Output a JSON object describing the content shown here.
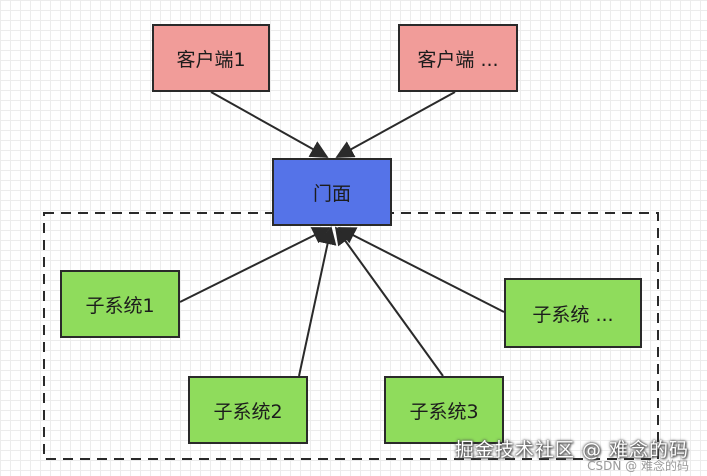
{
  "nodes": {
    "client_1": "客户端1",
    "client_more": "客户端 ...",
    "facade": "门面",
    "subsystem_1": "子系统1",
    "subsystem_2": "子系统2",
    "subsystem_3": "子系统3",
    "subsystem_more": "子系统 ..."
  },
  "edges": [
    {
      "from": "client_1",
      "to": "facade"
    },
    {
      "from": "client_more",
      "to": "facade"
    },
    {
      "from": "subsystem_1",
      "to": "facade"
    },
    {
      "from": "subsystem_2",
      "to": "facade"
    },
    {
      "from": "subsystem_3",
      "to": "facade"
    },
    {
      "from": "subsystem_more",
      "to": "facade"
    }
  ],
  "colors": {
    "client": "#f19c99",
    "facade": "#5573e8",
    "subsystem": "#8fdc5c",
    "line": "#2a2a2a",
    "grid": "#ececec"
  },
  "watermark": {
    "main": "掘金技术社区 @ 难念的码",
    "csdn": "CSDN @ 难念的码"
  }
}
